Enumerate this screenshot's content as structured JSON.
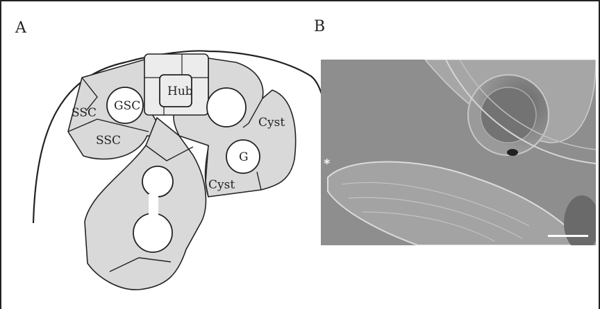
{
  "panel_a": {
    "label": "A",
    "cells": {
      "hub": "Hub",
      "gsc": "GSC",
      "ssc_left": "SSC",
      "ssc_bottom": "SSC",
      "cyst_right": "Cyst",
      "g": "G",
      "cyst_bottom": "Cyst"
    }
  },
  "panel_b": {
    "label": "B",
    "marker": "*"
  },
  "colors": {
    "cell_fill": "#d9d9d9",
    "hub_fill": "#ececec",
    "outline": "#222222",
    "photo_bg": "#8f8f8f"
  }
}
